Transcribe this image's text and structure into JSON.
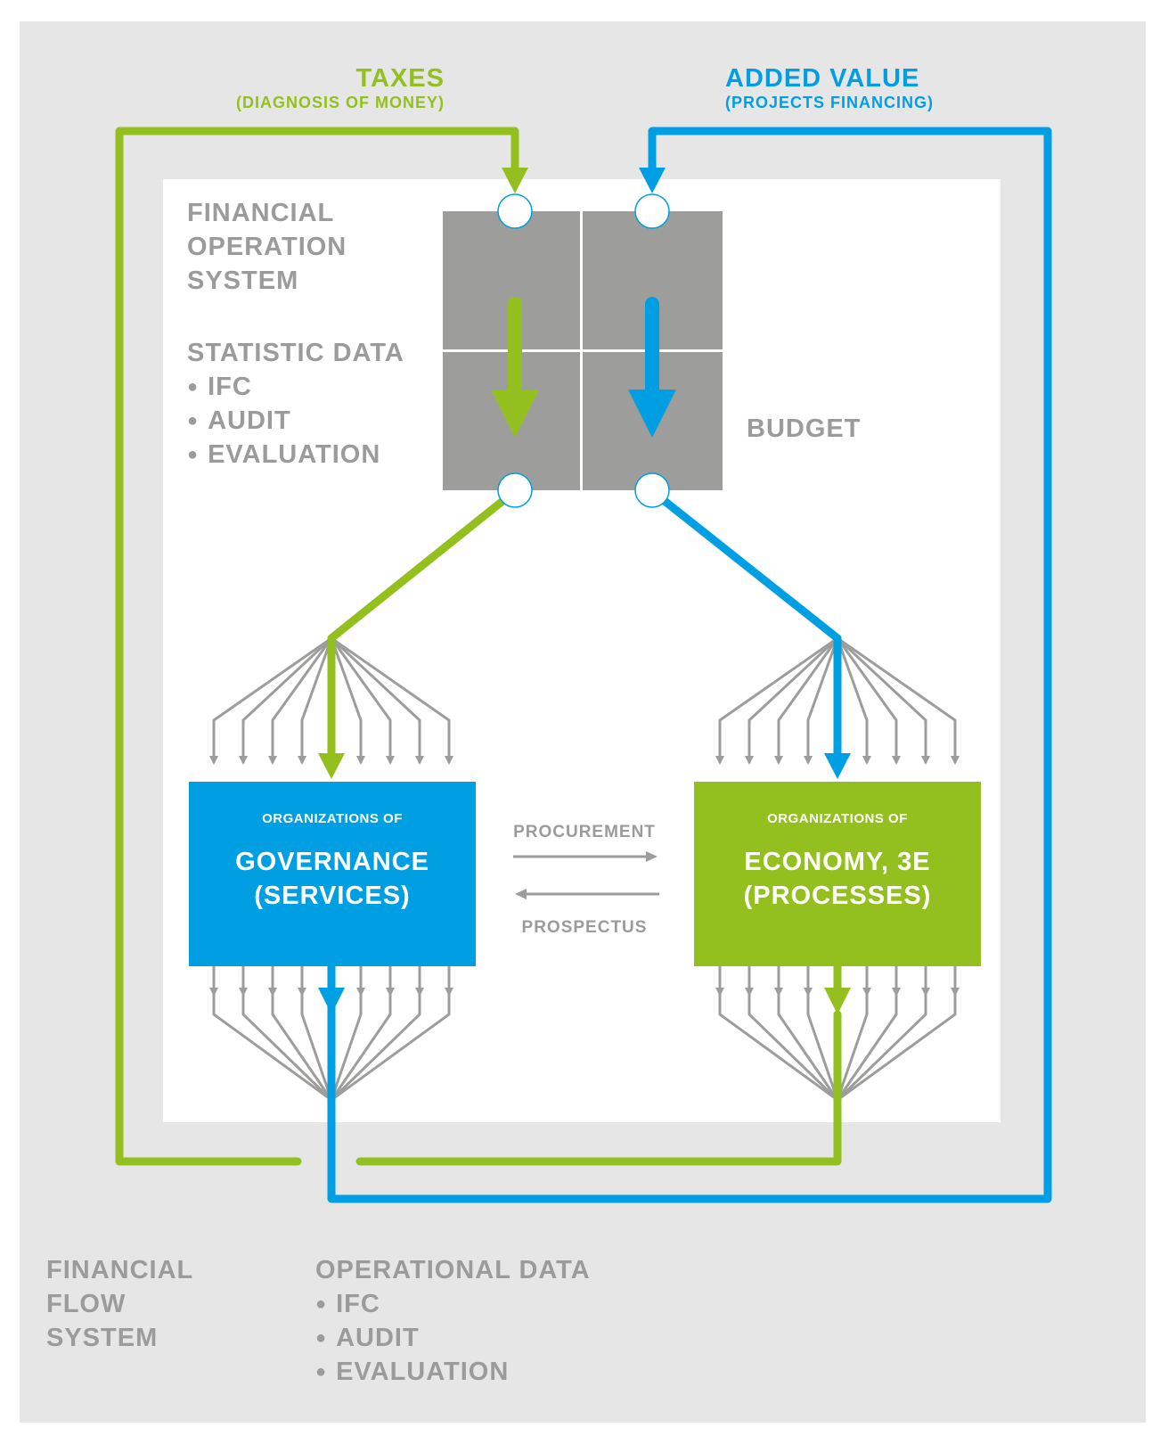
{
  "colors": {
    "green": "#93c01f",
    "blue": "#009fe3",
    "gray_box": "#9d9d9c",
    "gray_text": "#9b9b9b",
    "outer_background": "#e6e6e6",
    "inner_background": "#ffffff"
  },
  "top_left_flow": {
    "title": "TAXES",
    "subtitle": "(DIAGNOSIS OF MONEY)"
  },
  "top_right_flow": {
    "title": "ADDED VALUE",
    "subtitle": "(PROJECTS FINANCING)"
  },
  "financial_operation_system": {
    "lines": [
      "FINANCIAL",
      "OPERATION",
      "SYSTEM"
    ],
    "data_heading": "STATISTIC DATA",
    "data_items": [
      "IFC",
      "AUDIT",
      "EVALUATION"
    ]
  },
  "budget_label": "BUDGET",
  "governance_box": {
    "caption": "ORGANIZATIONS OF",
    "title_lines": [
      "GOVERNANCE",
      "(SERVICES)"
    ]
  },
  "economy_box": {
    "caption": "ORGANIZATIONS OF",
    "title_lines": [
      "ECONOMY, 3E",
      "(PROCESSES)"
    ]
  },
  "exchange": {
    "forward_label": "PROCUREMENT",
    "backward_label": "PROSPECTUS"
  },
  "financial_flow_system": {
    "lines": [
      "FINANCIAL",
      "FLOW",
      "SYSTEM"
    ],
    "data_heading": "OPERATIONAL DATA",
    "data_items": [
      "IFC",
      "AUDIT",
      "EVALUATION"
    ]
  }
}
